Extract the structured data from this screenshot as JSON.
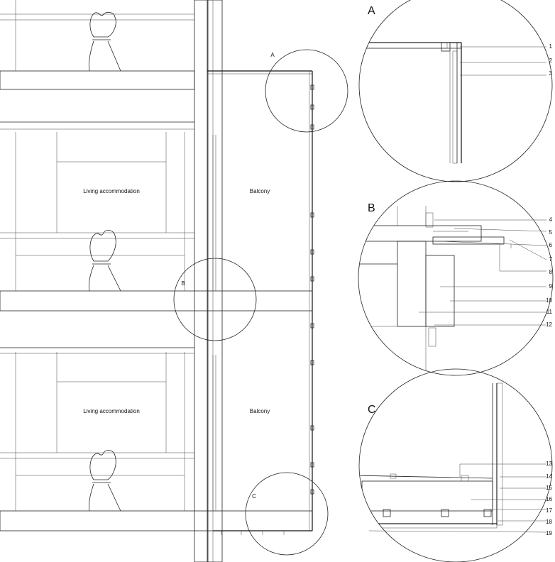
{
  "section": {
    "rooms": [
      {
        "label": "Living accommodation"
      },
      {
        "label": "Balcony"
      },
      {
        "label": "Living accommodation"
      },
      {
        "label": "Balcony"
      }
    ],
    "callouts": [
      "A",
      "B",
      "C"
    ]
  },
  "details": [
    {
      "letter": "A",
      "numbers": [
        "1",
        "2",
        "3"
      ]
    },
    {
      "letter": "B",
      "numbers": [
        "4",
        "5",
        "6",
        "7",
        "8",
        "9",
        "10",
        "11",
        "12"
      ]
    },
    {
      "letter": "C",
      "numbers": [
        "13",
        "14",
        "15",
        "16",
        "17",
        "18",
        "19"
      ]
    }
  ]
}
